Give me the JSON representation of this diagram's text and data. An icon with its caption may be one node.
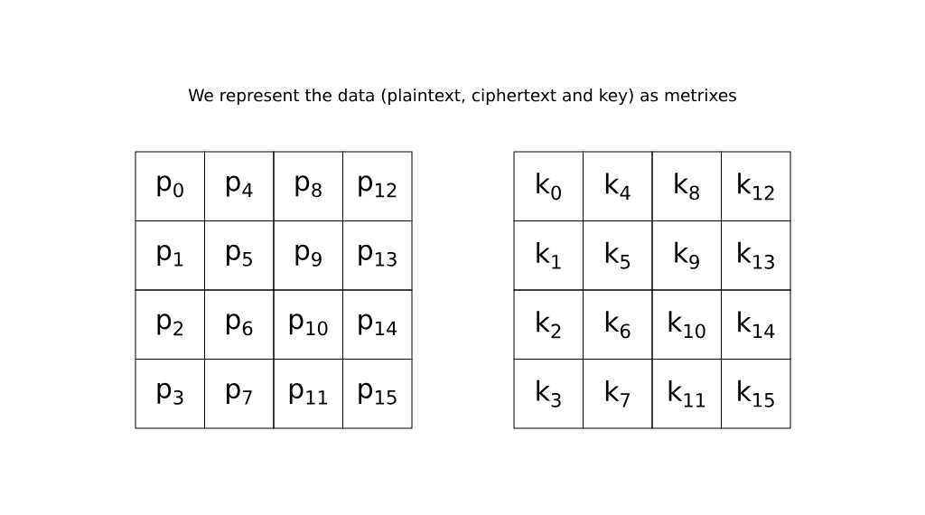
{
  "diagram": {
    "title": "We represent the data (plaintext, ciphertext and key) as metrixes",
    "labels": [
      "p$_{0}$",
      "p$_{4}$",
      "p$_{8}$",
      "p$_{12}$",
      "p$_{1}$",
      "p$_{5}$",
      "p$_{9}$",
      "p$_{13}$",
      "p$_{2}$",
      "p$_{6}$",
      "p$_{10}$",
      "p$_{14}$",
      "p$_{3}$",
      "p$_{7}$",
      "p$_{11}$",
      "p$_{15}$",
      "k$_{0}$",
      "k$_{4}$",
      "k$_{8}$",
      "k$_{12}$",
      "k$_{1}$",
      "k$_{5}$",
      "k$_{9}$",
      "k$_{13}$",
      "k$_{2}$",
      "k$_{6}$",
      "k$_{10}$",
      "k$_{14}$",
      "k$_{3}$",
      "k$_{7}$",
      "k$_{11}$",
      "k$_{15}$"
    ]
  }
}
